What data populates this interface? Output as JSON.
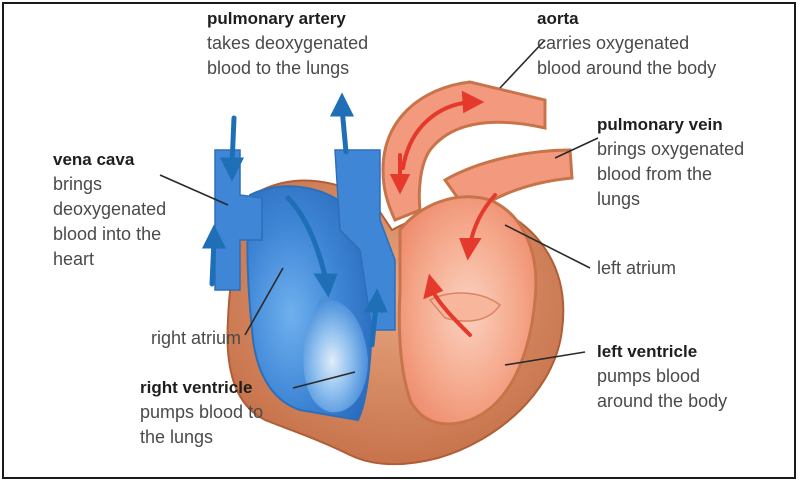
{
  "labels": {
    "pulmonary_artery": {
      "title": "pulmonary artery",
      "line1": "takes deoxygenated",
      "line2": "blood to the lungs"
    },
    "aorta": {
      "title": "aorta",
      "line1": "carries oxygenated",
      "line2": "blood around the body"
    },
    "vena_cava": {
      "title": "vena cava",
      "line1": "brings",
      "line2": "deoxygenated",
      "line3": "blood into the",
      "line4": "heart"
    },
    "pulmonary_vein": {
      "title": "pulmonary vein",
      "line1": "brings oxygenated",
      "line2": "blood from the",
      "line3": "lungs"
    },
    "left_atrium": {
      "text": "left atrium"
    },
    "right_atrium": {
      "text": "right atrium"
    },
    "right_ventricle": {
      "title": "right ventricle",
      "line1": "pumps blood to",
      "line2": "the lungs"
    },
    "left_ventricle": {
      "title": "left ventricle",
      "line1": "pumps blood",
      "line2": "around the body"
    }
  },
  "colors": {
    "deoxygenated": "#3f86d6",
    "oxygenated": "#f39a7e",
    "heart_wall": "#c8744a",
    "arrow_blue": "#1f6fb7",
    "arrow_red": "#e53a2b",
    "leader_line": "#2a2a2a"
  }
}
